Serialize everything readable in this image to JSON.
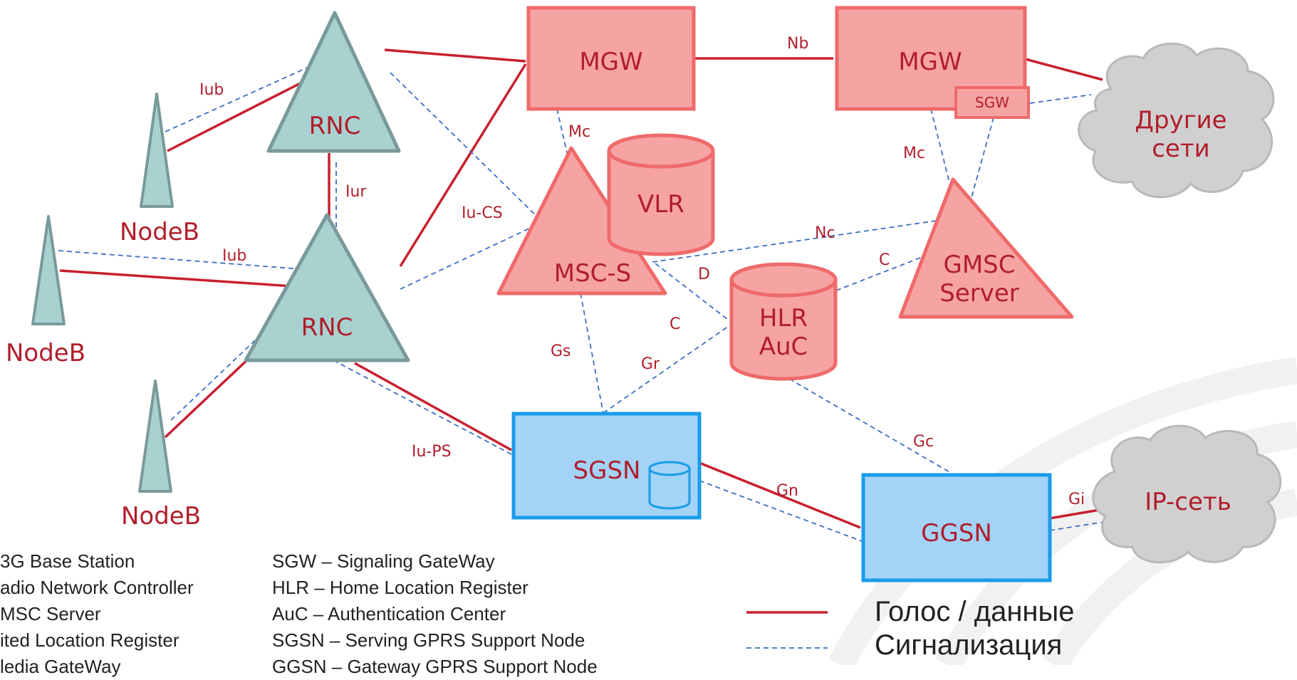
{
  "colors": {
    "voice_line": "#c8202f",
    "signal_line": "#3b6fc4",
    "teal_fill": "#a9d1d0",
    "teal_stroke": "#7a9a9a",
    "red_fill": "#f6a3a3",
    "red_stroke": "#ef6a6a",
    "blue_fill": "#a3d3f7",
    "blue_stroke": "#1a9be8",
    "cloud_fill": "#d0d0d0",
    "label_text": "#b01e2c"
  },
  "nodes": {
    "rnc_top": "RNC",
    "rnc_bottom": "RNC",
    "nodeb_1": "NodeB",
    "nodeb_2": "NodeB",
    "nodeb_3": "NodeB",
    "mgw_1": "MGW",
    "mgw_2": "MGW",
    "sgw": "SGW",
    "vlr": "VLR",
    "msc_s": "MSC-S",
    "hlr_line1": "HLR",
    "hlr_line2": "AuC",
    "gmsc_line1": "GMSC",
    "gmsc_line2": "Server",
    "sgsn": "SGSN",
    "ggsn": "GGSN",
    "cloud_other_line1": "Другие",
    "cloud_other_line2": "сети",
    "cloud_ip": "IP-сеть"
  },
  "interfaces": {
    "iub_top": "Iub",
    "iur": "Iur",
    "iub_mid": "Iub",
    "iu_cs": "Iu-CS",
    "iu_ps": "Iu-PS",
    "mc_left": "Mc",
    "mc_right": "Mc",
    "nb": "Nb",
    "nc": "Nc",
    "c_right": "C",
    "d": "D",
    "c_mid": "C",
    "gs": "Gs",
    "gr": "Gr",
    "gc": "Gc",
    "gn": "Gn",
    "gi": "Gi"
  },
  "legend_left": [
    "3G Base Station",
    "adio Network Controller",
    "MSC Server",
    "ited Location Register",
    "ledia GateWay"
  ],
  "legend_right": [
    "SGW – Signaling GateWay",
    "HLR – Home Location Register",
    "AuC – Authentication Center",
    "SGSN – Serving GPRS Support Node",
    "GGSN – Gateway GPRS Support Node"
  ],
  "key": {
    "voice": "Голос / данные",
    "signal": "Сигнализация"
  }
}
